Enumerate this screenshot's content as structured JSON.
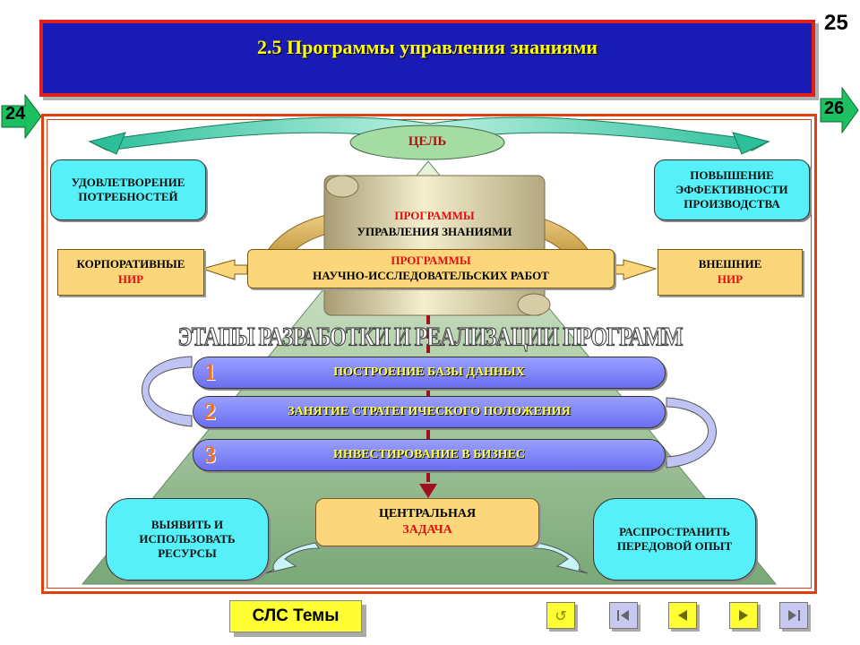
{
  "slide_number": "25",
  "title": "2.5  Программы управления знаниями",
  "nav": {
    "prev_page": "24",
    "next_page": "26"
  },
  "goal": "ЦЕЛЬ",
  "left_goal": [
    "УДОВЛЕТВОРЕНИЕ",
    "ПОТРЕБНОСТЕЙ"
  ],
  "right_goal": [
    "ПОВЫШЕНИЕ",
    "ЭФФЕКТИВНОСТИ",
    "ПРОИЗВОДСТВА"
  ],
  "scroll": {
    "line1": "ПРОГРАММЫ",
    "line2": "УПРАВЛЕНИЯ  ЗНАНИЯМИ"
  },
  "nir_box": {
    "line1": "ПРОГРАММЫ",
    "line2": "НАУЧНО-ИССЛЕДОВАТЕЛЬСКИХ РАБОТ"
  },
  "left_nir": {
    "line1": "КОРПОРАТИВНЫЕ",
    "line2": "НИР"
  },
  "right_nir": {
    "line1": "ВНЕШНИЕ",
    "line2": "НИР"
  },
  "stages_heading": "ЭТАПЫ РАЗРАБОТКИ И РЕАЛИЗАЦИИ ПРОГРАММ",
  "stages": [
    {
      "num": "1",
      "label": "ПОСТРОЕНИЕ БАЗЫ ДАННЫХ"
    },
    {
      "num": "2",
      "label": "ЗАНЯТИЕ СТРАТЕГИЧЕСКОГО ПОЛОЖЕНИЯ"
    },
    {
      "num": "3",
      "label": "ИНВЕСТИРОВАНИЕ В БИЗНЕС"
    }
  ],
  "central": {
    "line1": "ЦЕНТРАЛЬНАЯ",
    "line2": "ЗАДАЧА"
  },
  "left_bottom": [
    "ВЫЯВИТЬ И",
    "ИСПОЛЬЗОВАТЬ",
    "РЕСУРСЫ"
  ],
  "right_bottom": [
    "РАСПРОСТРАНИТЬ",
    "ПЕРЕДОВОЙ ОПЫТ"
  ],
  "topics_button": "СЛС Темы",
  "colors": {
    "title_bg": "#1a1ab4",
    "title_text": "#ffff00",
    "frame": "#e04010",
    "cyan": "#55f0f8",
    "orange": "#fbd67a",
    "stage": "#7a7ef4",
    "nav_yellow": "#ffff33",
    "nav_lilac": "#c8c8f0"
  },
  "nav_icons": [
    "return-icon",
    "first-page-icon",
    "previous-icon",
    "next-icon",
    "last-page-icon"
  ]
}
